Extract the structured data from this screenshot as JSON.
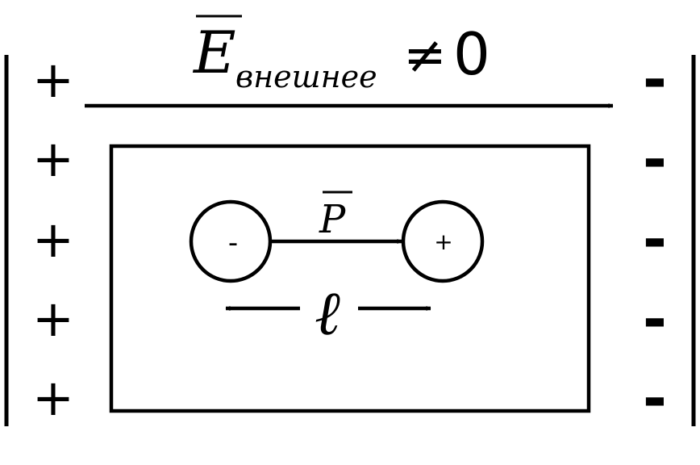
{
  "diagram": {
    "field_label": {
      "symbol": "E",
      "subscript": "внешнее",
      "relation": "≠",
      "value": "0"
    },
    "plus_signs": [
      "+",
      "+",
      "+",
      "+",
      "+"
    ],
    "minus_signs": [
      "-",
      "-",
      "-",
      "-",
      "-"
    ],
    "dipole": {
      "negative_charge": "-",
      "positive_charge": "+",
      "moment_label": "P",
      "length_label": "ℓ"
    }
  }
}
